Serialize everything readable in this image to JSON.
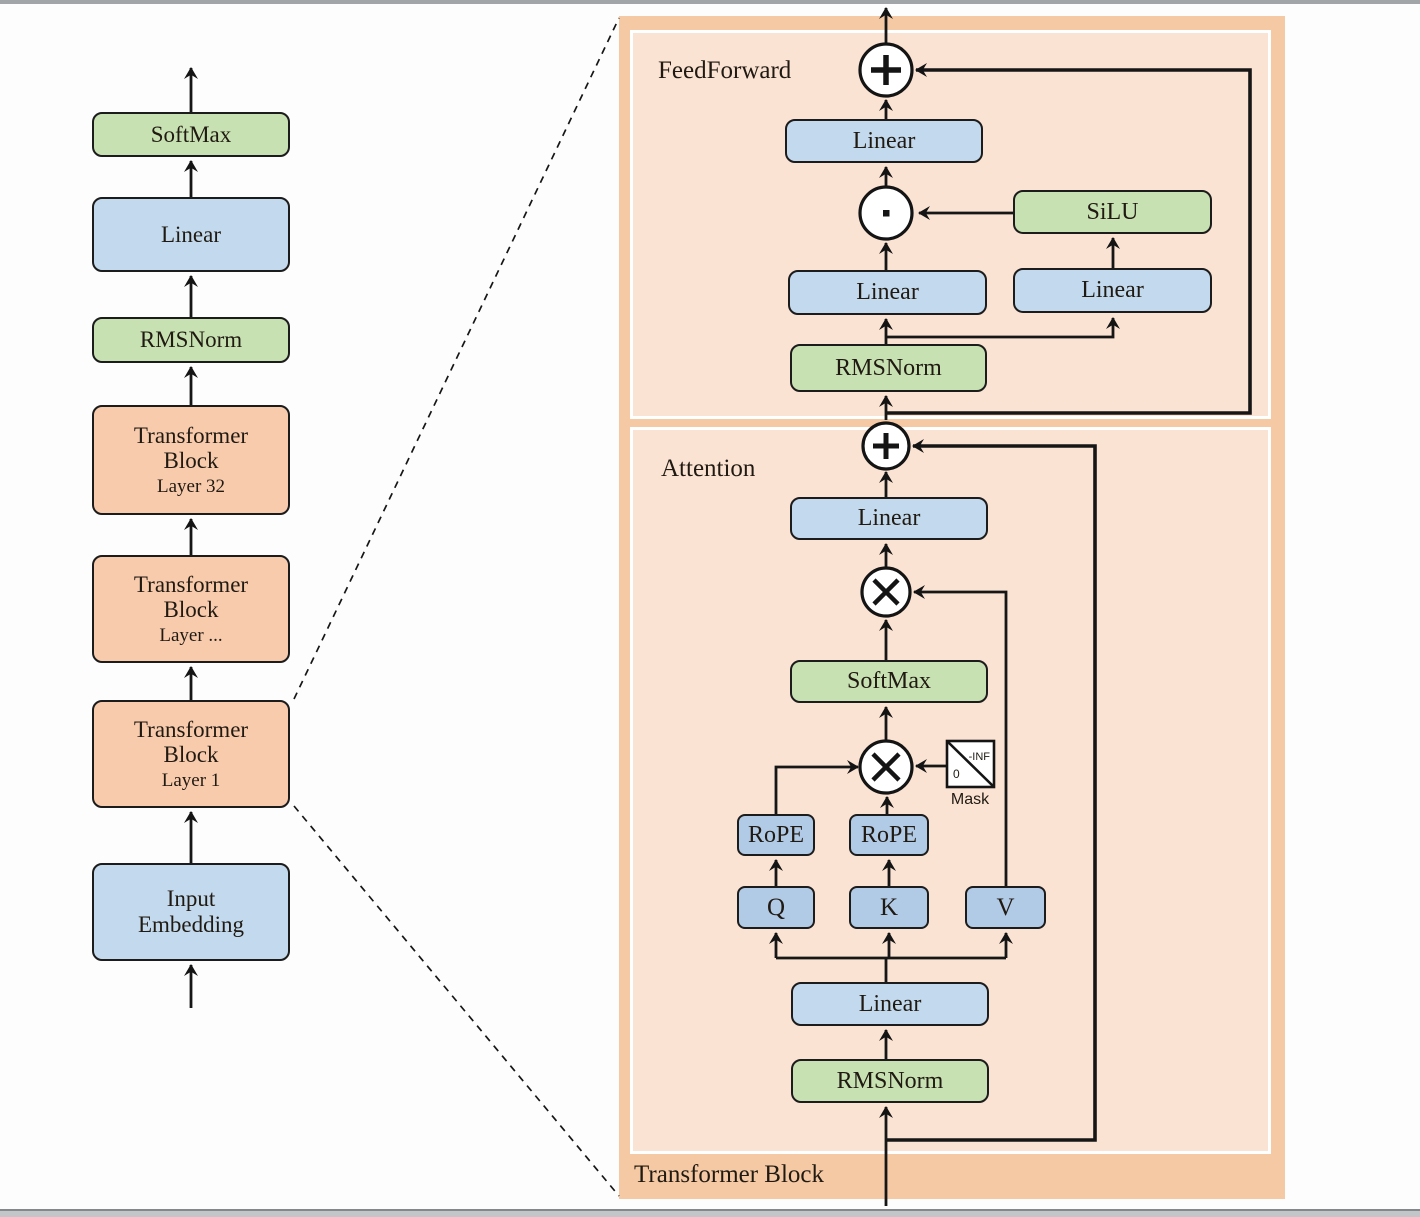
{
  "page": {
    "background": "#fdfdfd",
    "top_bar_color": "#a2a5a8",
    "bottom_bar_color": "#c3c6c8"
  },
  "colors": {
    "blue_box": "#c3daee",
    "small_blue_box": "#b1cbe7",
    "green_box": "#c8e1b2",
    "orange_box": "#f8cbad",
    "panel_outer": "#f5c9a4",
    "panel_inner": "#fbe3d3",
    "line": "#161616"
  },
  "left_column": {
    "blocks": [
      {
        "label": "SoftMax"
      },
      {
        "label": "Linear"
      },
      {
        "label": "RMSNorm"
      },
      {
        "label": "Transformer Block",
        "sublabel": "Layer 32"
      },
      {
        "label": "Transformer Block",
        "sublabel": "Layer ..."
      },
      {
        "label": "Transformer Block",
        "sublabel": "Layer 1"
      },
      {
        "label": "Input Embedding"
      }
    ]
  },
  "transformer_block_panel": {
    "label": "Transformer Block",
    "feedforward": {
      "label": "FeedForward",
      "linear_out": "Linear",
      "silu": "SiLU",
      "linear_left": "Linear",
      "linear_right": "Linear",
      "rmsnorm": "RMSNorm"
    },
    "attention": {
      "label": "Attention",
      "linear_out": "Linear",
      "softmax": "SoftMax",
      "rope_q": "RoPE",
      "rope_k": "RoPE",
      "q": "Q",
      "k": "K",
      "v": "V",
      "linear_in": "Linear",
      "rmsnorm": "RMSNorm",
      "mask": {
        "label": "Mask",
        "top_right": "-INF",
        "bottom_left": "0"
      }
    }
  },
  "operators": {
    "add": "+",
    "elementwise_product": "·",
    "matmul": "×"
  }
}
